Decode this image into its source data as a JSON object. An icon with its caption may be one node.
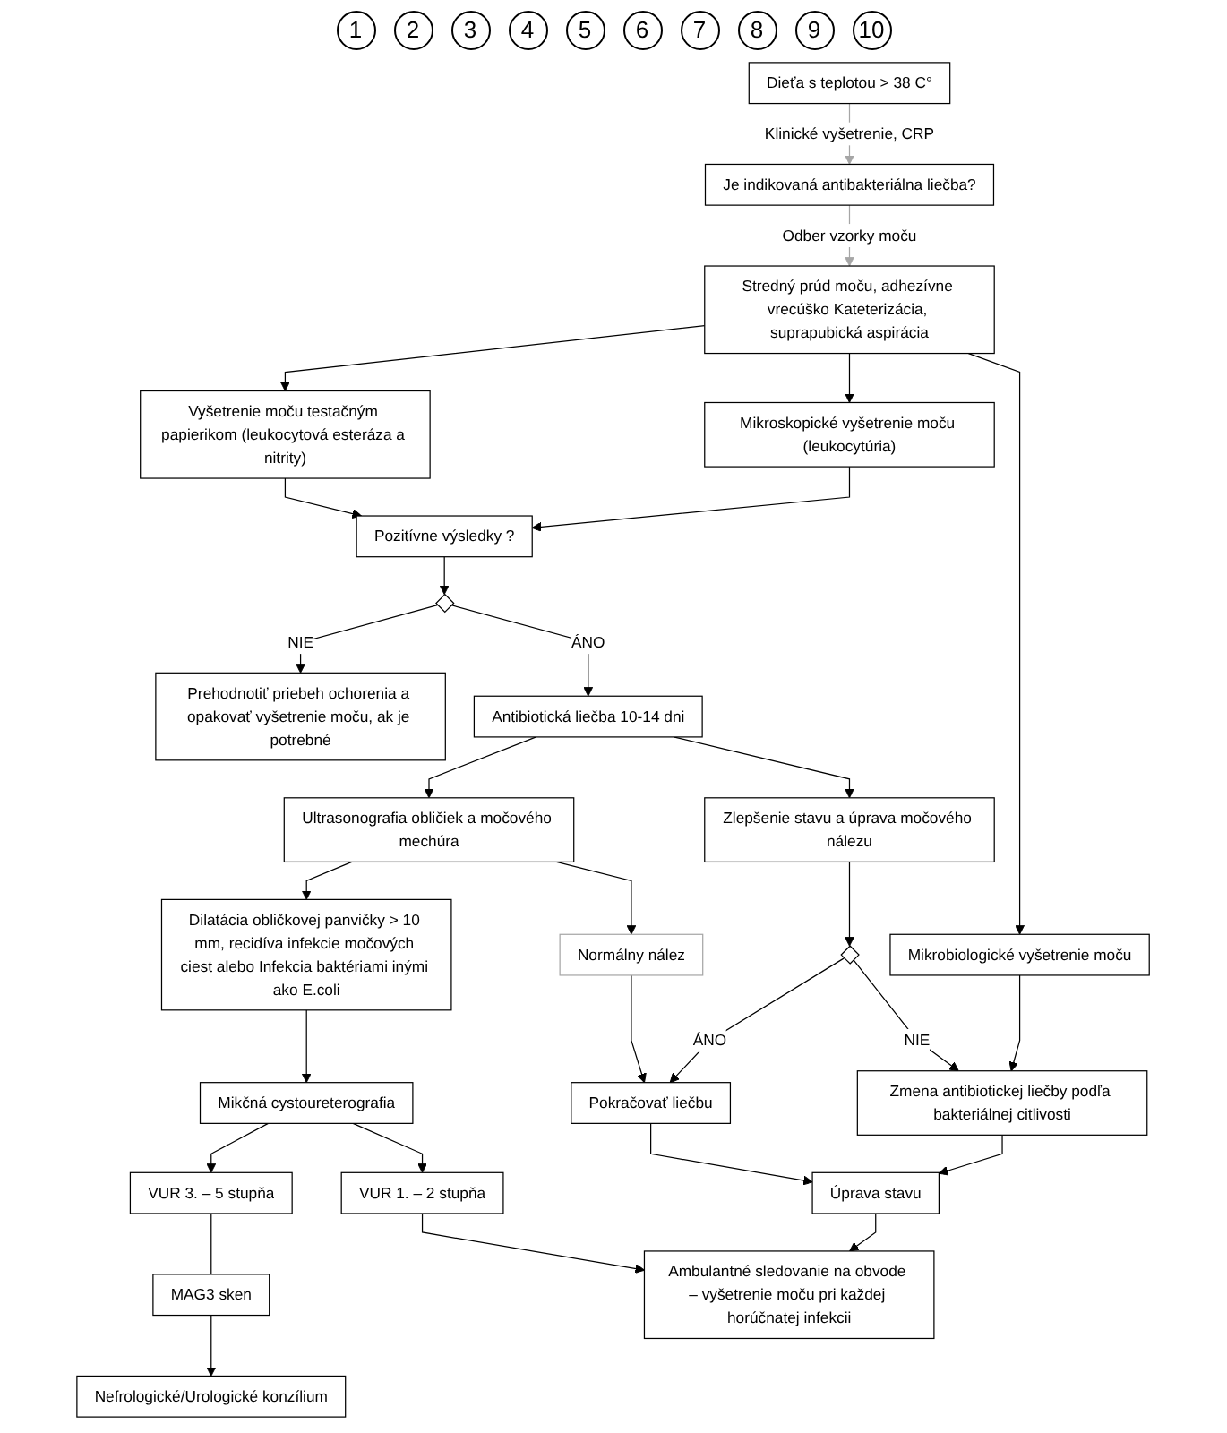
{
  "diagram": {
    "nodes": [
      {
        "text": [
          "Dieťa s teplotou > 38 C°"
        ]
      },
      {
        "text": [
          "Je indikovaná antibakteriálna liečba?"
        ]
      },
      {
        "text": [
          "Stredný prúd moču, adhezívne vrecúško Kateterizácia, suprapubická aspirácia"
        ]
      },
      {
        "text": [
          "Vyšetrenie moču testačným papierikom (leukocytová esteráza a nitrity)"
        ]
      },
      {
        "text": [
          "Mikroskopické vyšetrenie moču (leukocytúria)"
        ]
      },
      {
        "text": [
          "Mikrobiologické vyšetrenie moču"
        ]
      },
      {
        "text": [
          "Pozitívne výsledky ?"
        ]
      },
      {
        "text": [],
        "shape": "diamond"
      },
      {
        "text": [
          "Prehodnotiť priebeh ochorenia a opakovať vyšetrenie moču, ak je potrebné"
        ]
      },
      {
        "text": [
          "Antibiotická liečba 10-14 dni"
        ]
      },
      {
        "text": [
          "Ultrasonografia obličiek a močového mechúra"
        ]
      },
      {
        "text": [
          "Dilatácia obličkovej panvičky > 10 mm, recidíva infekcie močových ciest alebo Infekcia baktériami inými ako E.coli"
        ]
      },
      {
        "text": [
          "Normálny nález"
        ]
      },
      {
        "text": [
          "Zlepšenie stavu a úprava močového nálezu"
        ]
      },
      {
        "text": [
          "Pokračovať liečbu"
        ]
      },
      {
        "text": [],
        "shape": "diamond"
      },
      {
        "text": [
          "Zmena antibiotickej liečby podľa bakteriálnej citlivosti"
        ]
      },
      {
        "text": [
          "Úprava stavu"
        ]
      },
      {
        "text": [
          "Mikčná cystoureterografia"
        ]
      },
      {
        "text": [
          "VUR 3. – 5 stupňa"
        ]
      },
      {
        "text": [
          "VUR 1. – 2 stupňa"
        ]
      },
      {
        "text": [
          "MAG3 sken"
        ]
      },
      {
        "text": [
          "Ambulantné sledovanie na obvode – vyšetrenie moču pri každej horúčnatej infekcii"
        ]
      },
      {
        "text": [
          "Nefrologické/Urologické konzílium"
        ]
      }
    ],
    "edges": [
      {
        "from": 0,
        "to": 1,
        "arrow": "to",
        "label": "Klinické vyšetrenie, CRP",
        "color": "#a6a6a6"
      },
      {
        "from": 1,
        "to": 2,
        "arrow": "to",
        "label": "Odber vzorky moču",
        "color": "#a6a6a6"
      },
      {
        "from": 2,
        "to": 3,
        "arrow": "to"
      },
      {
        "from": 2,
        "to": 4,
        "arrow": "to"
      },
      {
        "from": 2,
        "to": 5,
        "arrow": "to"
      },
      {
        "from": 3,
        "to": 6,
        "arrow": "to"
      },
      {
        "from": 4,
        "to": 6,
        "arrow": "to"
      },
      {
        "from": 6,
        "to": 7,
        "arrow": "to"
      },
      {
        "from": 7,
        "to": 8,
        "arrow": "to",
        "label": "NIE"
      },
      {
        "from": 7,
        "to": 9,
        "arrow": "to",
        "label": "ÁNO"
      },
      {
        "from": 9,
        "to": 10,
        "arrow": "to"
      },
      {
        "from": 9,
        "to": 13,
        "arrow": "to"
      },
      {
        "from": 10,
        "to": 11,
        "arrow": "to"
      },
      {
        "from": 10,
        "to": 12,
        "arrow": "to"
      },
      {
        "from": 5,
        "to": 16,
        "arrow": "to"
      },
      {
        "from": 12,
        "to": 14,
        "arrow": "to"
      },
      {
        "from": 13,
        "to": 15,
        "arrow": "to"
      },
      {
        "from": 15,
        "to": 14,
        "arrow": "to",
        "label": "ÁNO"
      },
      {
        "from": 15,
        "to": 16,
        "arrow": "to",
        "label": "NIE"
      },
      {
        "from": 14,
        "to": 17,
        "arrow": "to"
      },
      {
        "from": 16,
        "to": 17,
        "arrow": "to"
      },
      {
        "from": 11,
        "to": 18,
        "arrow": "to"
      },
      {
        "from": 17,
        "to": 22,
        "arrow": "to"
      },
      {
        "from": 18,
        "to": 19,
        "arrow": "to"
      },
      {
        "from": 18,
        "to": 20,
        "arrow": "to"
      },
      {
        "from": 19,
        "to": 21,
        "arrow": "none"
      },
      {
        "from": 21,
        "to": 23,
        "arrow": "to"
      },
      {
        "from": 20,
        "to": 22,
        "arrow": "to"
      }
    ],
    "labels": [
      "1",
      "2",
      "3",
      "4",
      "5",
      "6",
      "7",
      "8",
      "9",
      "10"
    ]
  }
}
